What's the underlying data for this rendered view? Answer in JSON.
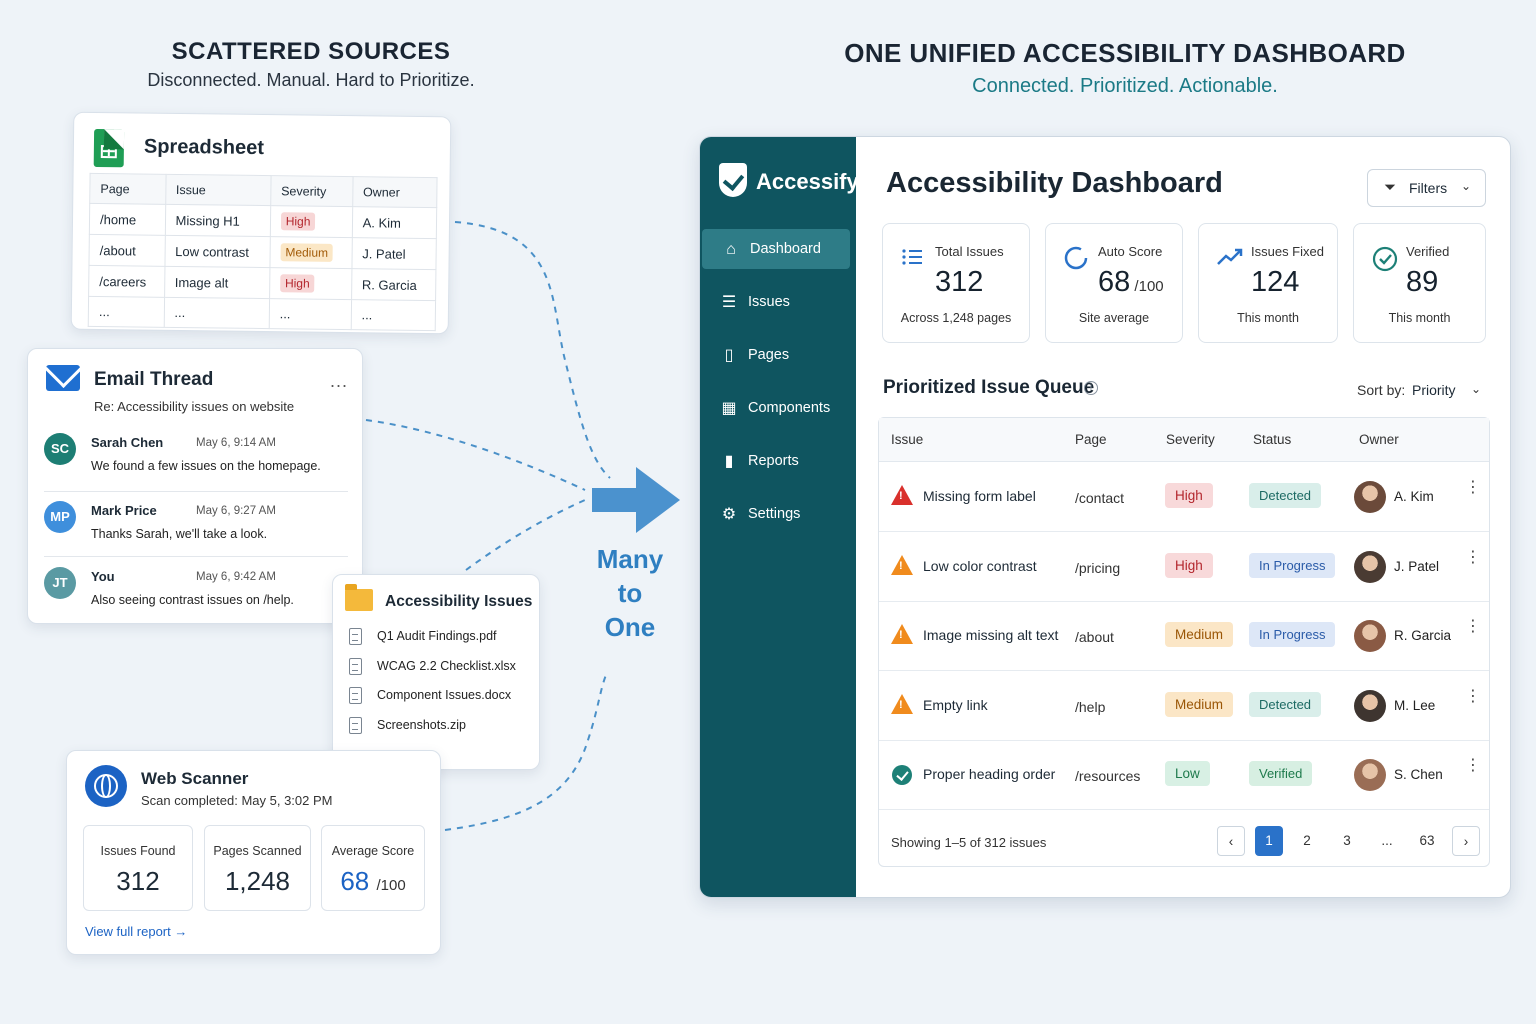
{
  "left": {
    "title": "SCATTERED SOURCES",
    "subtitle": "Disconnected. Manual. Hard to Prioritize."
  },
  "right": {
    "title": "ONE UNIFIED ACCESSIBILITY DASHBOARD",
    "subtitle": "Connected. Prioritized. Actionable."
  },
  "spreadsheet": {
    "title": "Spreadsheet",
    "headers": [
      "Page",
      "Issue",
      "Severity",
      "Owner"
    ],
    "rows": [
      [
        "/home",
        "Missing H1",
        "High",
        "A. Kim"
      ],
      [
        "/about",
        "Low contrast",
        "Medium",
        "J. Patel"
      ],
      [
        "/careers",
        "Image alt",
        "High",
        "R. Garcia"
      ],
      [
        "...",
        "...",
        "...",
        "..."
      ]
    ]
  },
  "email": {
    "title": "Email Thread",
    "more": "...",
    "subject": "Re: Accessibility issues on website",
    "messages": [
      {
        "initials": "SC",
        "name": "Sarah Chen",
        "time": "May 6, 9:14 AM",
        "text": "We found a few issues on the homepage.",
        "color": "#1d7e74"
      },
      {
        "initials": "MP",
        "name": "Mark Price",
        "time": "May 6, 9:27 AM",
        "text": "Thanks Sarah, we'll take a look.",
        "color": "#3f8fdc"
      },
      {
        "initials": "JT",
        "name": "You",
        "time": "May 6, 9:42 AM",
        "text": "Also seeing contrast issues on /help.",
        "color": "#5a9aa3"
      }
    ]
  },
  "folder": {
    "title": "Accessibility Issues",
    "files": [
      "Q1 Audit Findings.pdf",
      "WCAG 2.2 Checklist.xlsx",
      "Component Issues.docx",
      "Screenshots.zip"
    ],
    "more": "..."
  },
  "scanner": {
    "title": "Web Scanner",
    "subtitle": "Scan completed: May 5, 3:02 PM",
    "stats": [
      {
        "label": "Issues Found",
        "value": "312",
        "suffix": ""
      },
      {
        "label": "Pages Scanned",
        "value": "1,248",
        "suffix": ""
      },
      {
        "label": "Average Score",
        "value": "68",
        "suffix": "/100"
      }
    ],
    "link": "View full report →"
  },
  "transition": {
    "line1": "Many",
    "line2": "to",
    "line3": "One"
  },
  "dashboard": {
    "brand": "Accessify",
    "nav": [
      "Dashboard",
      "Issues",
      "Pages",
      "Components",
      "Reports",
      "Settings"
    ],
    "nav_icons": [
      "home-icon",
      "list-icon",
      "page-icon",
      "components-icon",
      "chart-icon",
      "gear-icon"
    ],
    "title": "Accessibility Dashboard",
    "filters": "Filters",
    "kpis": [
      {
        "label": "Total Issues",
        "value": "312",
        "suffix": "",
        "sub": "Across 1,248 pages",
        "icon": "list-icon"
      },
      {
        "label": "Auto Score",
        "value": "68",
        "suffix": " /100",
        "sub": "Site average",
        "icon": "ring-icon"
      },
      {
        "label": "Issues Fixed",
        "value": "124",
        "suffix": "",
        "sub": "This month",
        "icon": "trend-up-icon"
      },
      {
        "label": "Verified",
        "value": "89",
        "suffix": "",
        "sub": "This month",
        "icon": "check-circle-icon"
      }
    ],
    "queue_title": "Prioritized Issue Queue",
    "sort_label": "Sort by:",
    "sort_value": "Priority",
    "columns": [
      "Issue",
      "Page",
      "Severity",
      "Status",
      "Owner"
    ],
    "rows": [
      {
        "issue": "Missing form label",
        "page": "/contact",
        "severity": "High",
        "status": "Detected",
        "owner": "A. Kim",
        "icon": "red"
      },
      {
        "issue": "Low color contrast",
        "page": "/pricing",
        "severity": "High",
        "status": "In Progress",
        "owner": "J. Patel",
        "icon": "orange"
      },
      {
        "issue": "Image missing alt text",
        "page": "/about",
        "severity": "Medium",
        "status": "In Progress",
        "owner": "R. Garcia",
        "icon": "orange"
      },
      {
        "issue": "Empty link",
        "page": "/help",
        "severity": "Medium",
        "status": "Detected",
        "owner": "M. Lee",
        "icon": "orange"
      },
      {
        "issue": "Proper heading order",
        "page": "/resources",
        "severity": "Low",
        "status": "Verified",
        "owner": "S. Chen",
        "icon": "check"
      }
    ],
    "showing": "Showing 1–5 of 312 issues",
    "pages": [
      "‹",
      "1",
      "2",
      "3",
      "...",
      "63",
      "›"
    ],
    "active_page": "1"
  },
  "colors": {
    "accent": "#0f5560",
    "link": "#1c63c4",
    "teal_sub": "#1b7a86"
  }
}
